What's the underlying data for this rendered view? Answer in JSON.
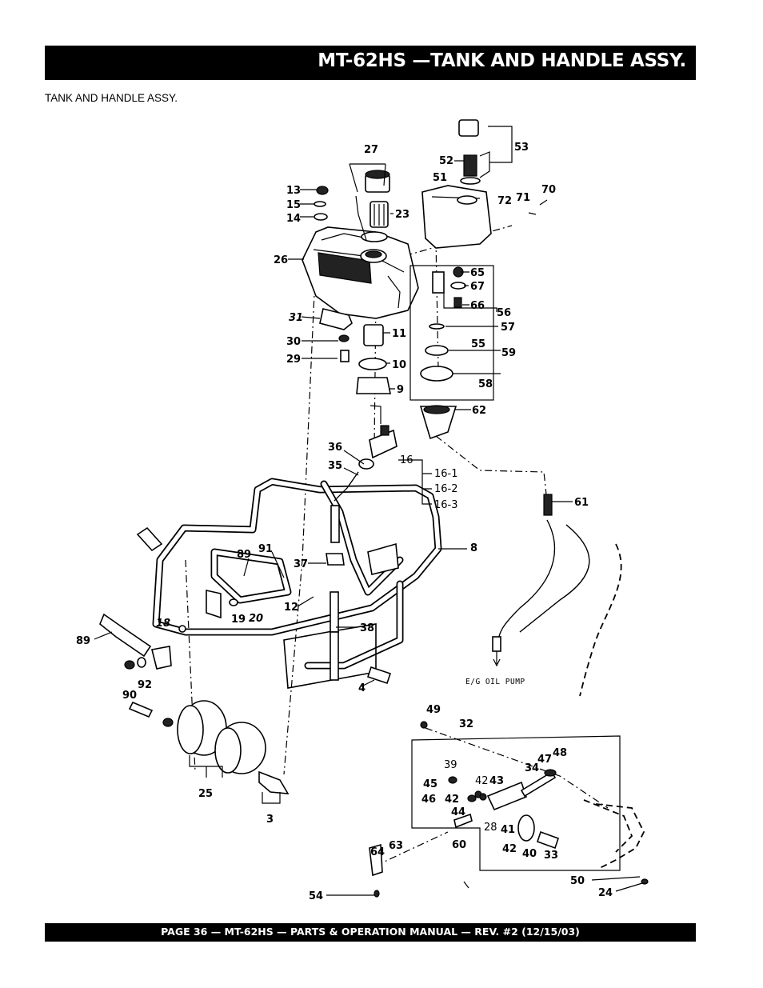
{
  "header": {
    "title": "MT-62HS   —TANK AND HANDLE ASSY."
  },
  "subtitle": "TANK AND HANDLE ASSY.",
  "footer": {
    "text": "PAGE 36 — MT-62HS  — PARTS & OPERATION MANUAL — REV. #2 (12/15/03)"
  },
  "diagram": {
    "callouts": {
      "c53": "53",
      "c52": "52",
      "c51": "51",
      "c27": "27",
      "c13": "13",
      "c15": "15",
      "c14": "14",
      "c23": "23",
      "c72": "72",
      "c71": "71",
      "c70": "70",
      "c26": "26",
      "c65": "65",
      "c67": "67",
      "c66": "66",
      "c31": "31",
      "c56": "56",
      "c57": "57",
      "c30": "30",
      "c11": "11",
      "c29": "29",
      "c55": "55",
      "c59": "59",
      "c10": "10",
      "c9": "9",
      "c58": "58",
      "c62": "62",
      "c36": "36",
      "c35": "35",
      "c16": "16",
      "c16_1": "16-1",
      "c16_2": "16-2",
      "c16_3": "16-3",
      "c61": "61",
      "c8": "8",
      "c89a": "89",
      "c91": "91",
      "c37": "37",
      "c12": "12",
      "c19": "19",
      "c20": "20",
      "c18": "18",
      "c38": "38",
      "c89b": "89",
      "c92": "92",
      "c90": "90",
      "c4": "4",
      "c49": "49",
      "c32": "32",
      "c39": "39",
      "c34": "34",
      "c47": "47",
      "c48": "48",
      "c45": "45",
      "c42a": "42",
      "c43": "43",
      "c46": "46",
      "c42b": "42",
      "c44": "44",
      "c28": "28",
      "c41": "41",
      "c60": "60",
      "c42c": "42",
      "c40": "40",
      "c33": "33",
      "c25": "25",
      "c3": "3",
      "c63": "63",
      "c64": "64",
      "c50": "50",
      "c24": "24",
      "c54": "54"
    },
    "oil_pump_label": "E/G OIL PUMP"
  }
}
